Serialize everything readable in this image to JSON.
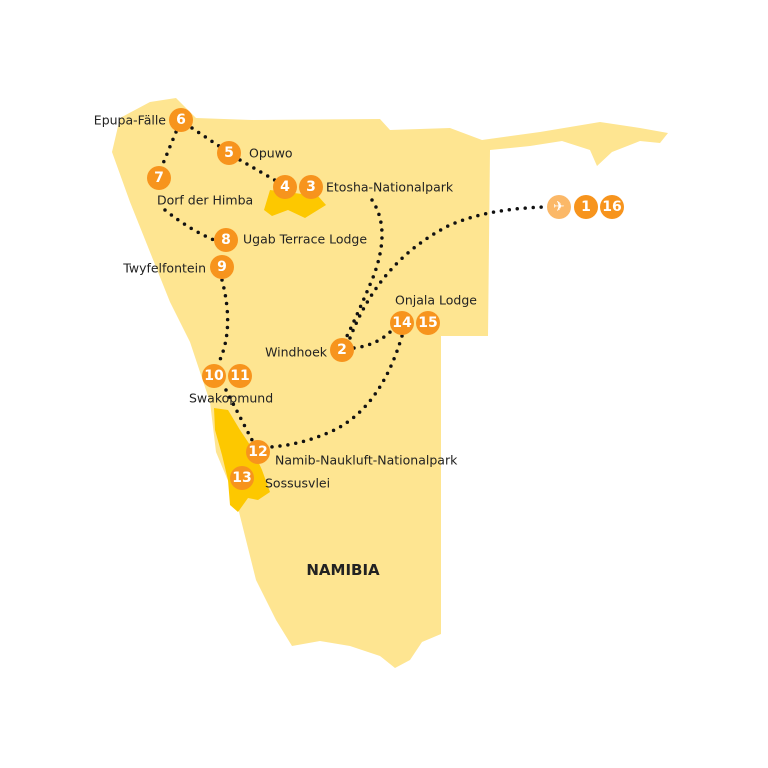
{
  "colors": {
    "land": "#fee591",
    "park": "#fdc800",
    "marker": "#f7941d",
    "plane_marker": "#fbb868",
    "route": "#111111"
  },
  "country_label": "NAMIBIA",
  "markers": [
    {
      "id": "6",
      "text": "6"
    },
    {
      "id": "5",
      "text": "5"
    },
    {
      "id": "4",
      "text": "4"
    },
    {
      "id": "3",
      "text": "3"
    },
    {
      "id": "7",
      "text": "7"
    },
    {
      "id": "8",
      "text": "8"
    },
    {
      "id": "9",
      "text": "9"
    },
    {
      "id": "2",
      "text": "2"
    },
    {
      "id": "14",
      "text": "14"
    },
    {
      "id": "15",
      "text": "15"
    },
    {
      "id": "10",
      "text": "10"
    },
    {
      "id": "11",
      "text": "11"
    },
    {
      "id": "12",
      "text": "12"
    },
    {
      "id": "13",
      "text": "13"
    },
    {
      "id": "1",
      "text": "1"
    },
    {
      "id": "16",
      "text": "16"
    }
  ],
  "plane_icon": "airplane-icon",
  "places": {
    "epupa": "Epupa-Fälle",
    "opuwo": "Opuwo",
    "etosha": "Etosha-Nationalpark",
    "himba": "Dorf der Himba",
    "ugab": "Ugab Terrace Lodge",
    "twyfelfontein": "Twyfelfontein",
    "windhoek": "Windhoek",
    "onjala": "Onjala Lodge",
    "swakopmund": "Swakopmund",
    "namib": "Namib-Naukluft-Nationalpark",
    "sossusvlei": "Sossusvlei"
  }
}
